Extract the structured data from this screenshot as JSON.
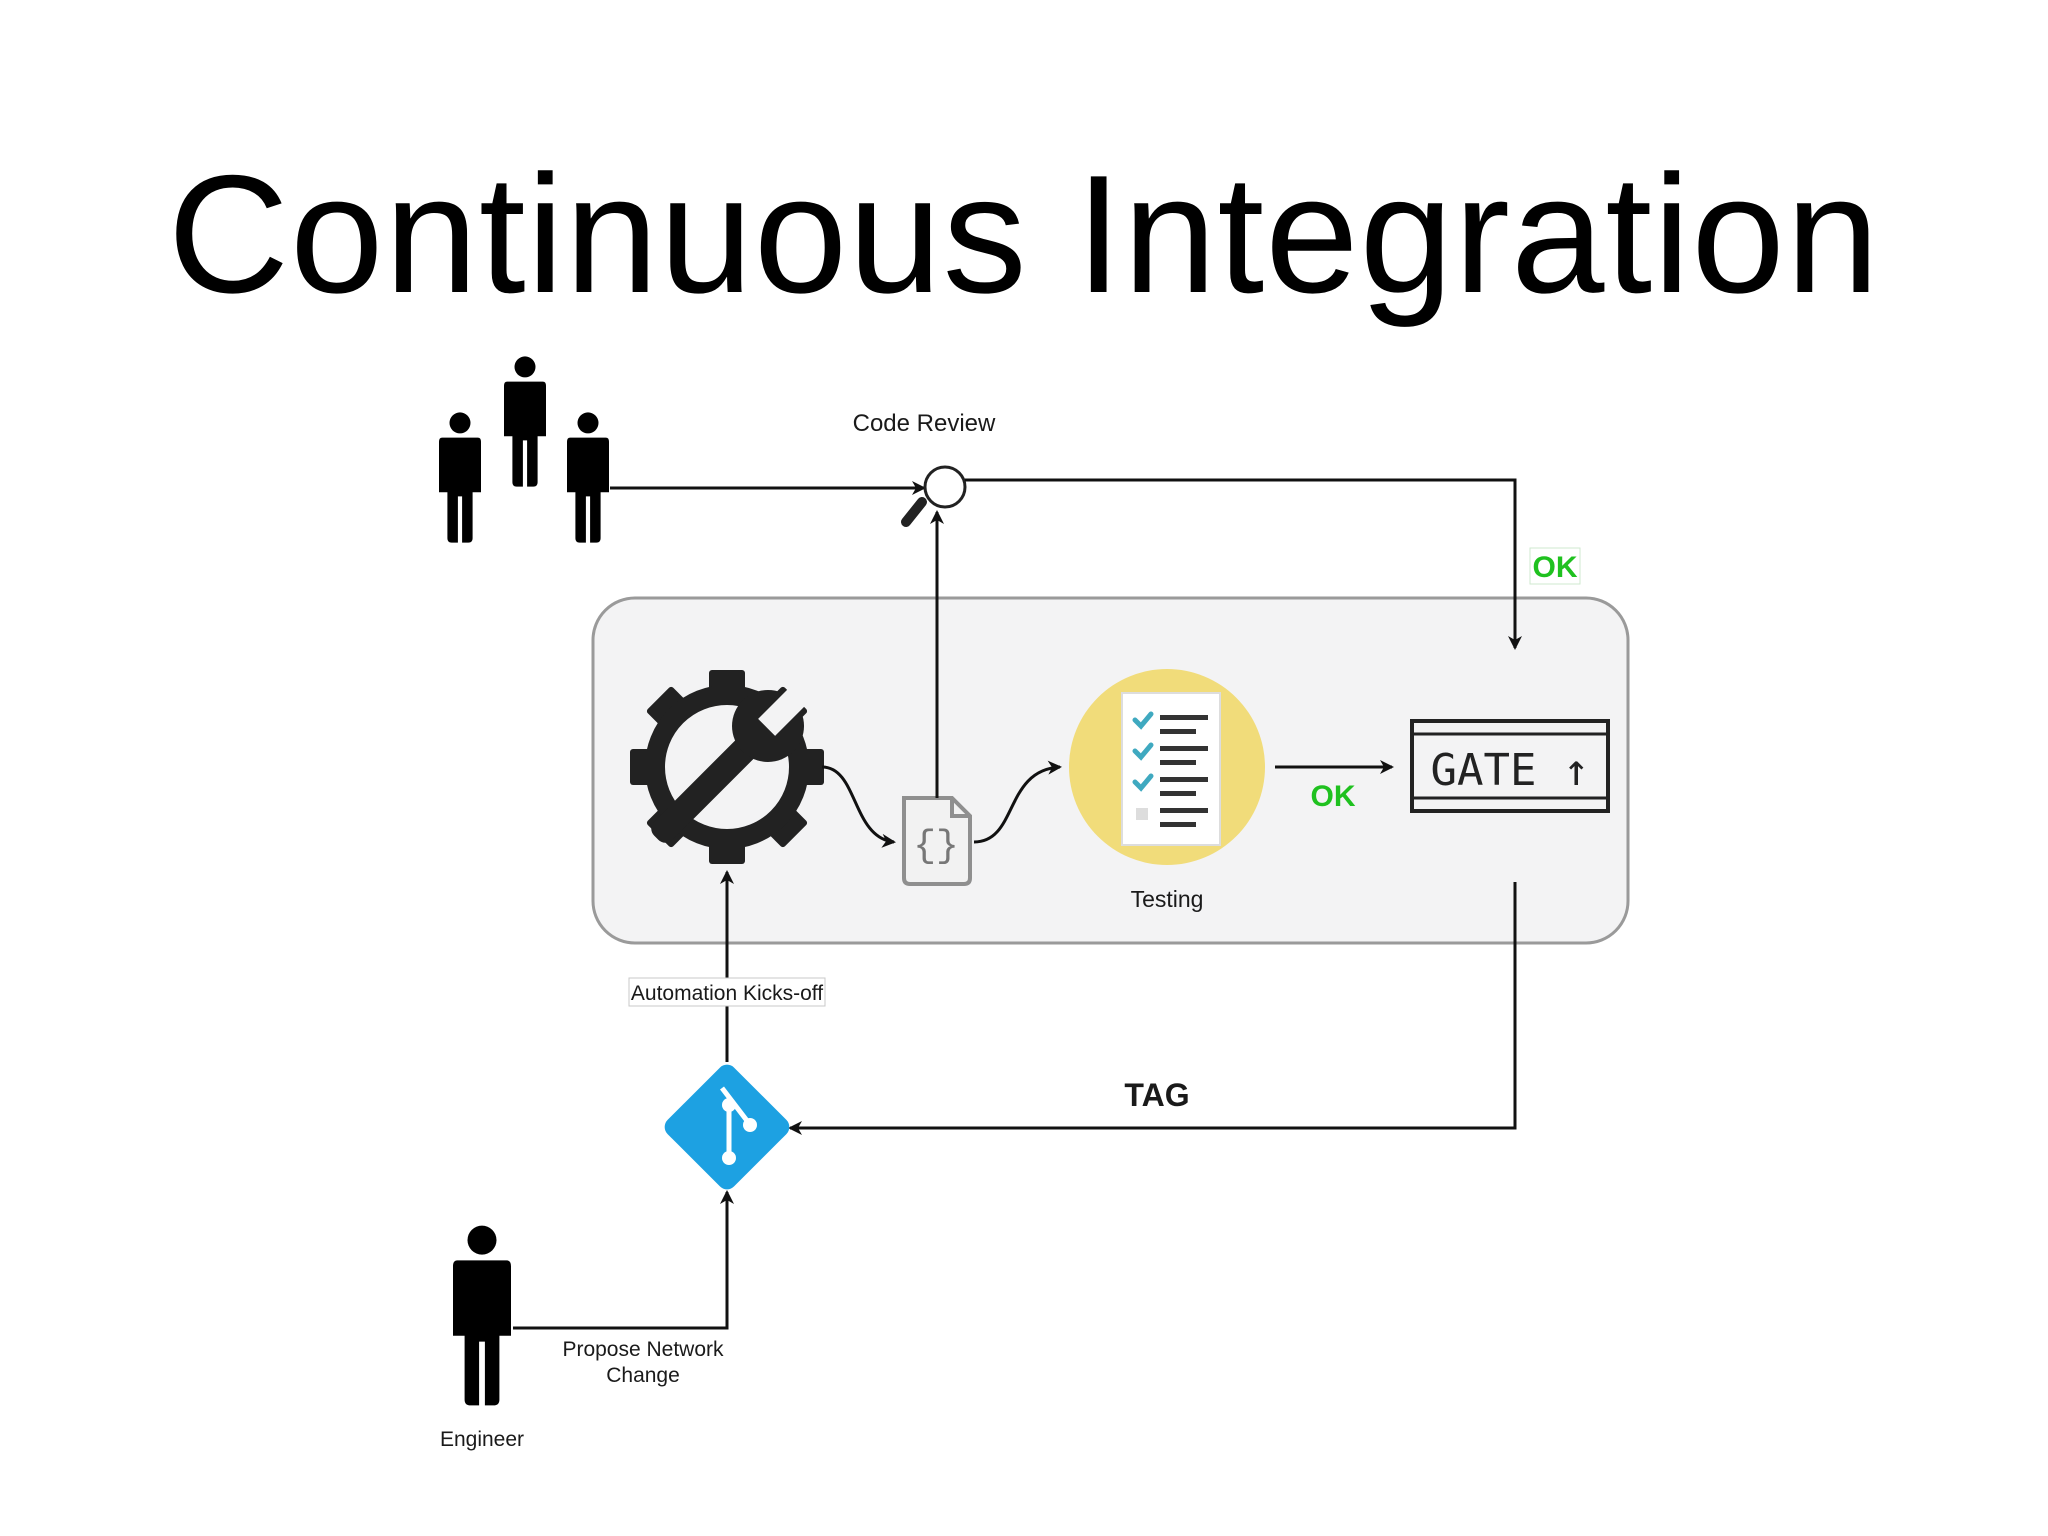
{
  "title": "Continuous Integration",
  "labels": {
    "code_review": "Code Review",
    "ok_review": "OK",
    "ok_testing": "OK",
    "testing": "Testing",
    "gate": "GATE ↑",
    "automation": "Automation Kicks-off",
    "tag": "TAG",
    "propose_line1": "Propose Network",
    "propose_line2": "Change",
    "engineer": "Engineer",
    "config_file": "{}"
  },
  "colors": {
    "ok_green": "#1fc11f",
    "git_blue": "#1da1e2",
    "testing_yellow": "#f1dc7a",
    "panel_bg": "#f3f3f4",
    "panel_border": "#9a9a9a",
    "line": "#111111",
    "check_teal": "#3fa9c0"
  },
  "icons": [
    "reviewers-group-icon",
    "magnifier-icon",
    "gear-wrench-icon",
    "config-file-icon",
    "checklist-icon",
    "gate-icon",
    "git-icon",
    "engineer-icon"
  ]
}
